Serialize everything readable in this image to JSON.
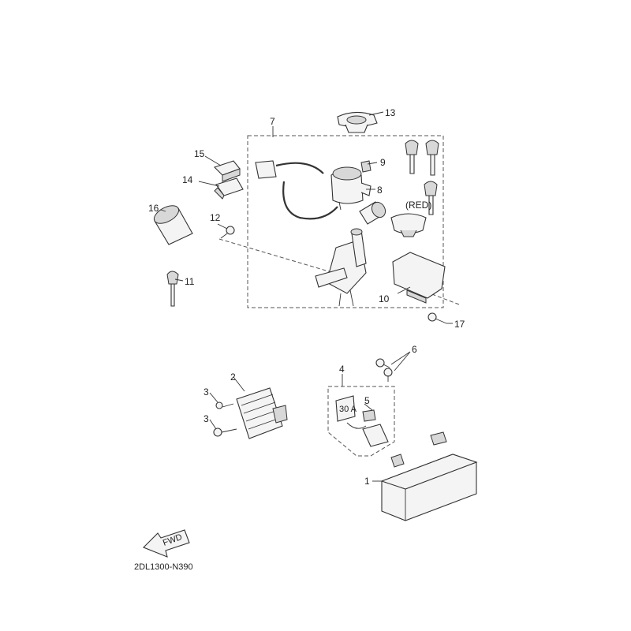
{
  "diagram": {
    "code": "2DL1300-N390",
    "fwd_label": "FWD",
    "red_label": "(RED)",
    "fuse_label": "30 A",
    "callouts": {
      "c1": "1",
      "c2": "2",
      "c3a": "3",
      "c3b": "3",
      "c4": "4",
      "c5": "5",
      "c6": "6",
      "c7": "7",
      "c8": "8",
      "c9": "9",
      "c10": "10",
      "c11": "11",
      "c12": "12",
      "c13": "13",
      "c14": "14",
      "c15": "15",
      "c16": "16",
      "c17": "17"
    }
  }
}
